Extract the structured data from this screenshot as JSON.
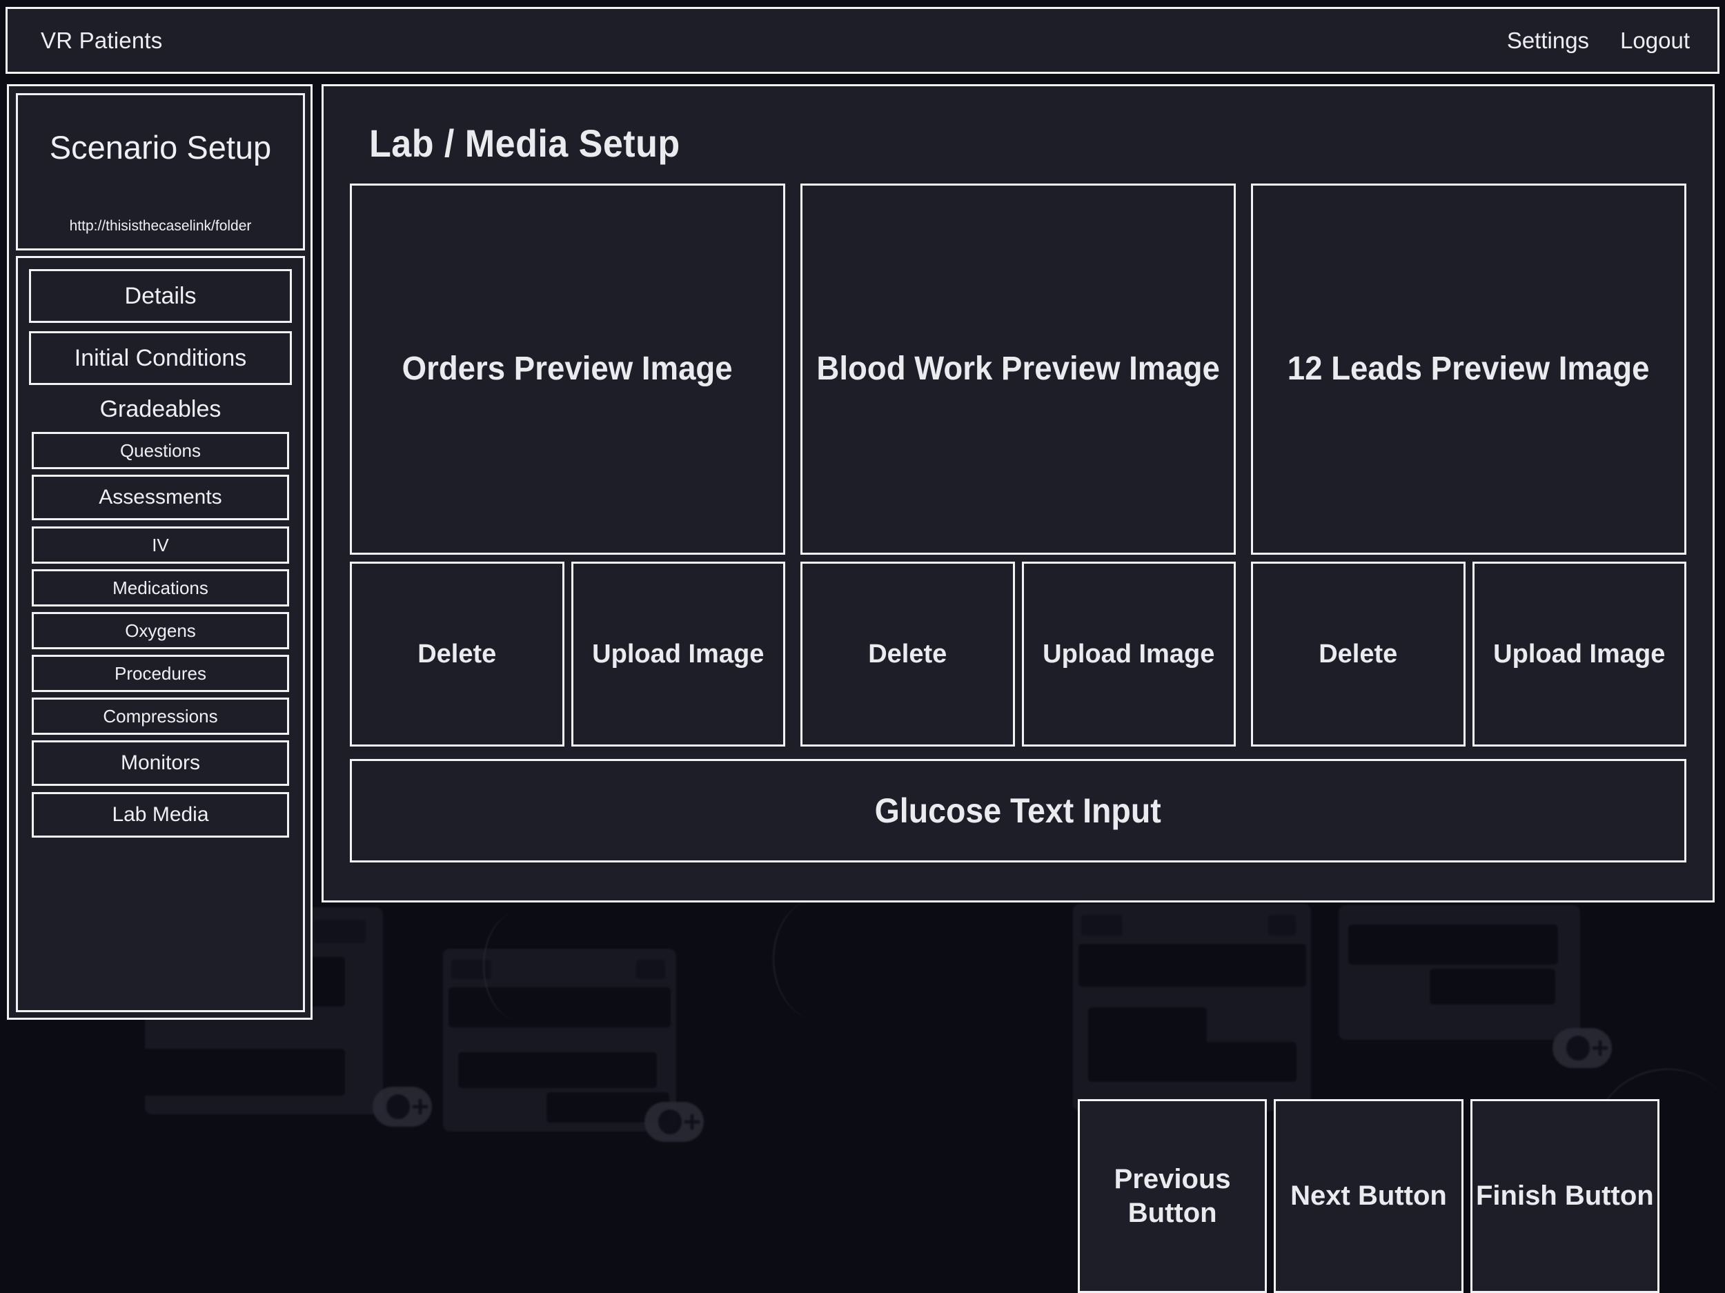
{
  "app": {
    "title": "VR Patients",
    "background_color": "#0c0c15",
    "panel_color": "#1e1e29",
    "outline_color": "#f2f2f5",
    "text_color": "#e9ebef"
  },
  "topbar": {
    "title": "VR Patients",
    "links": [
      {
        "label": "Settings",
        "name": "settings-link"
      },
      {
        "label": "Logout",
        "name": "logout-link"
      }
    ]
  },
  "sidebar": {
    "heading": "Scenario Setup",
    "case_link": "http://thisisthecaselink/folder",
    "primary_items": [
      {
        "label": "Details",
        "name": "sidebar-item-details",
        "size": "big"
      },
      {
        "label": "Initial Conditions",
        "name": "sidebar-item-initial-conditions",
        "size": "big"
      }
    ],
    "group_label": "Gradeables",
    "gradeables": [
      {
        "label": "Questions",
        "name": "sidebar-item-questions",
        "size": "small"
      },
      {
        "label": "Assessments",
        "name": "sidebar-item-assessments",
        "size": "mid"
      },
      {
        "label": "IV",
        "name": "sidebar-item-iv",
        "size": "small"
      },
      {
        "label": "Medications",
        "name": "sidebar-item-medications",
        "size": "small"
      },
      {
        "label": "Oxygens",
        "name": "sidebar-item-oxygens",
        "size": "small"
      },
      {
        "label": "Procedures",
        "name": "sidebar-item-procedures",
        "size": "small"
      },
      {
        "label": "Compressions",
        "name": "sidebar-item-compressions",
        "size": "small"
      },
      {
        "label": "Monitors",
        "name": "sidebar-item-monitors",
        "size": "mid"
      },
      {
        "label": "Lab Media",
        "name": "sidebar-item-lab-media",
        "size": "mid"
      }
    ]
  },
  "main": {
    "title": "Lab / Media Setup",
    "media_columns": [
      {
        "preview_label": "Orders Preview Image",
        "preview_name": "orders-preview-image",
        "delete_label": "Delete",
        "upload_label": "Upload Image"
      },
      {
        "preview_label": "Blood Work Preview Image",
        "preview_name": "blood-work-preview-image",
        "delete_label": "Delete",
        "upload_label": "Upload Image"
      },
      {
        "preview_label": "12 Leads Preview Image",
        "preview_name": "twelve-leads-preview-image",
        "delete_label": "Delete",
        "upload_label": "Upload Image"
      }
    ],
    "glucose_input_label": "Glucose Text Input"
  },
  "footer": {
    "actions": [
      {
        "label": "Previous Button",
        "name": "previous-button"
      },
      {
        "label": "Next Button",
        "name": "next-button"
      },
      {
        "label": "Finish Button",
        "name": "finish-button"
      }
    ]
  }
}
